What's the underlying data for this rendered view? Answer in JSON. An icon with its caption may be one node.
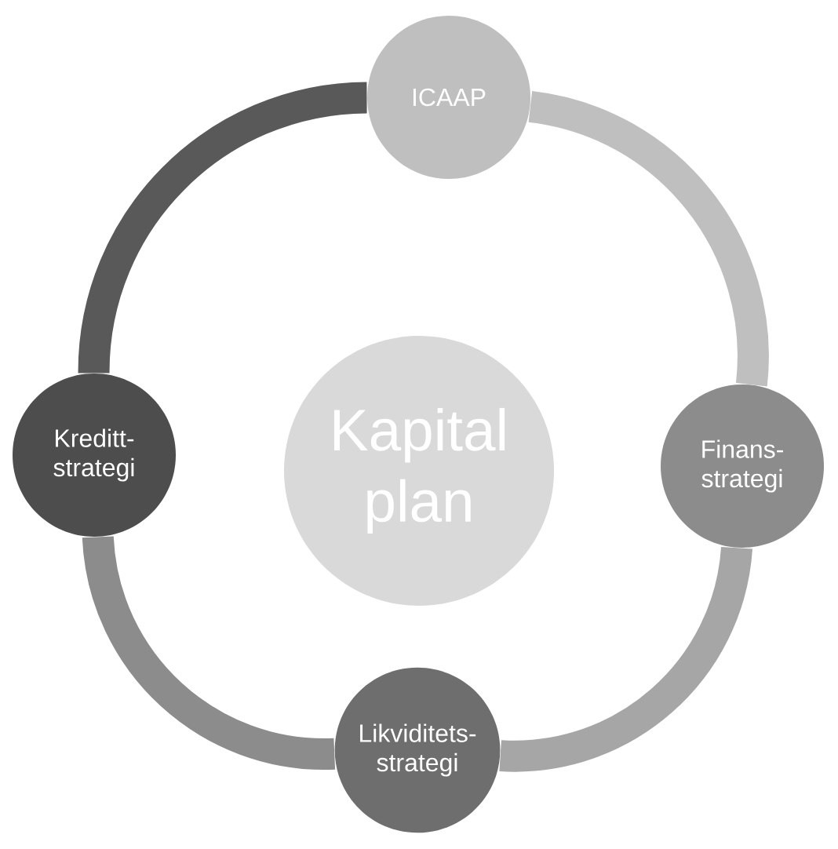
{
  "diagram": {
    "nodes": [
      {
        "text": [
          "ICAAP"
        ]
      },
      {
        "text": [
          "Kreditt- strategi"
        ]
      },
      {
        "text": [
          "Kapital plan"
        ]
      },
      {
        "text": [
          "Finans- strategi"
        ]
      },
      {
        "text": [
          "Likviditets- strategi"
        ]
      }
    ],
    "edges": [
      {
        "from": 0,
        "to": 3,
        "arrow": "none",
        "color": "#bfbfbf"
      },
      {
        "from": 3,
        "to": 4,
        "arrow": "none",
        "color": "#a6a6a6"
      },
      {
        "from": 4,
        "to": 1,
        "arrow": "none",
        "color": "#8c8c8c"
      },
      {
        "from": 1,
        "to": 0,
        "arrow": "none",
        "color": "#595959"
      }
    ]
  }
}
